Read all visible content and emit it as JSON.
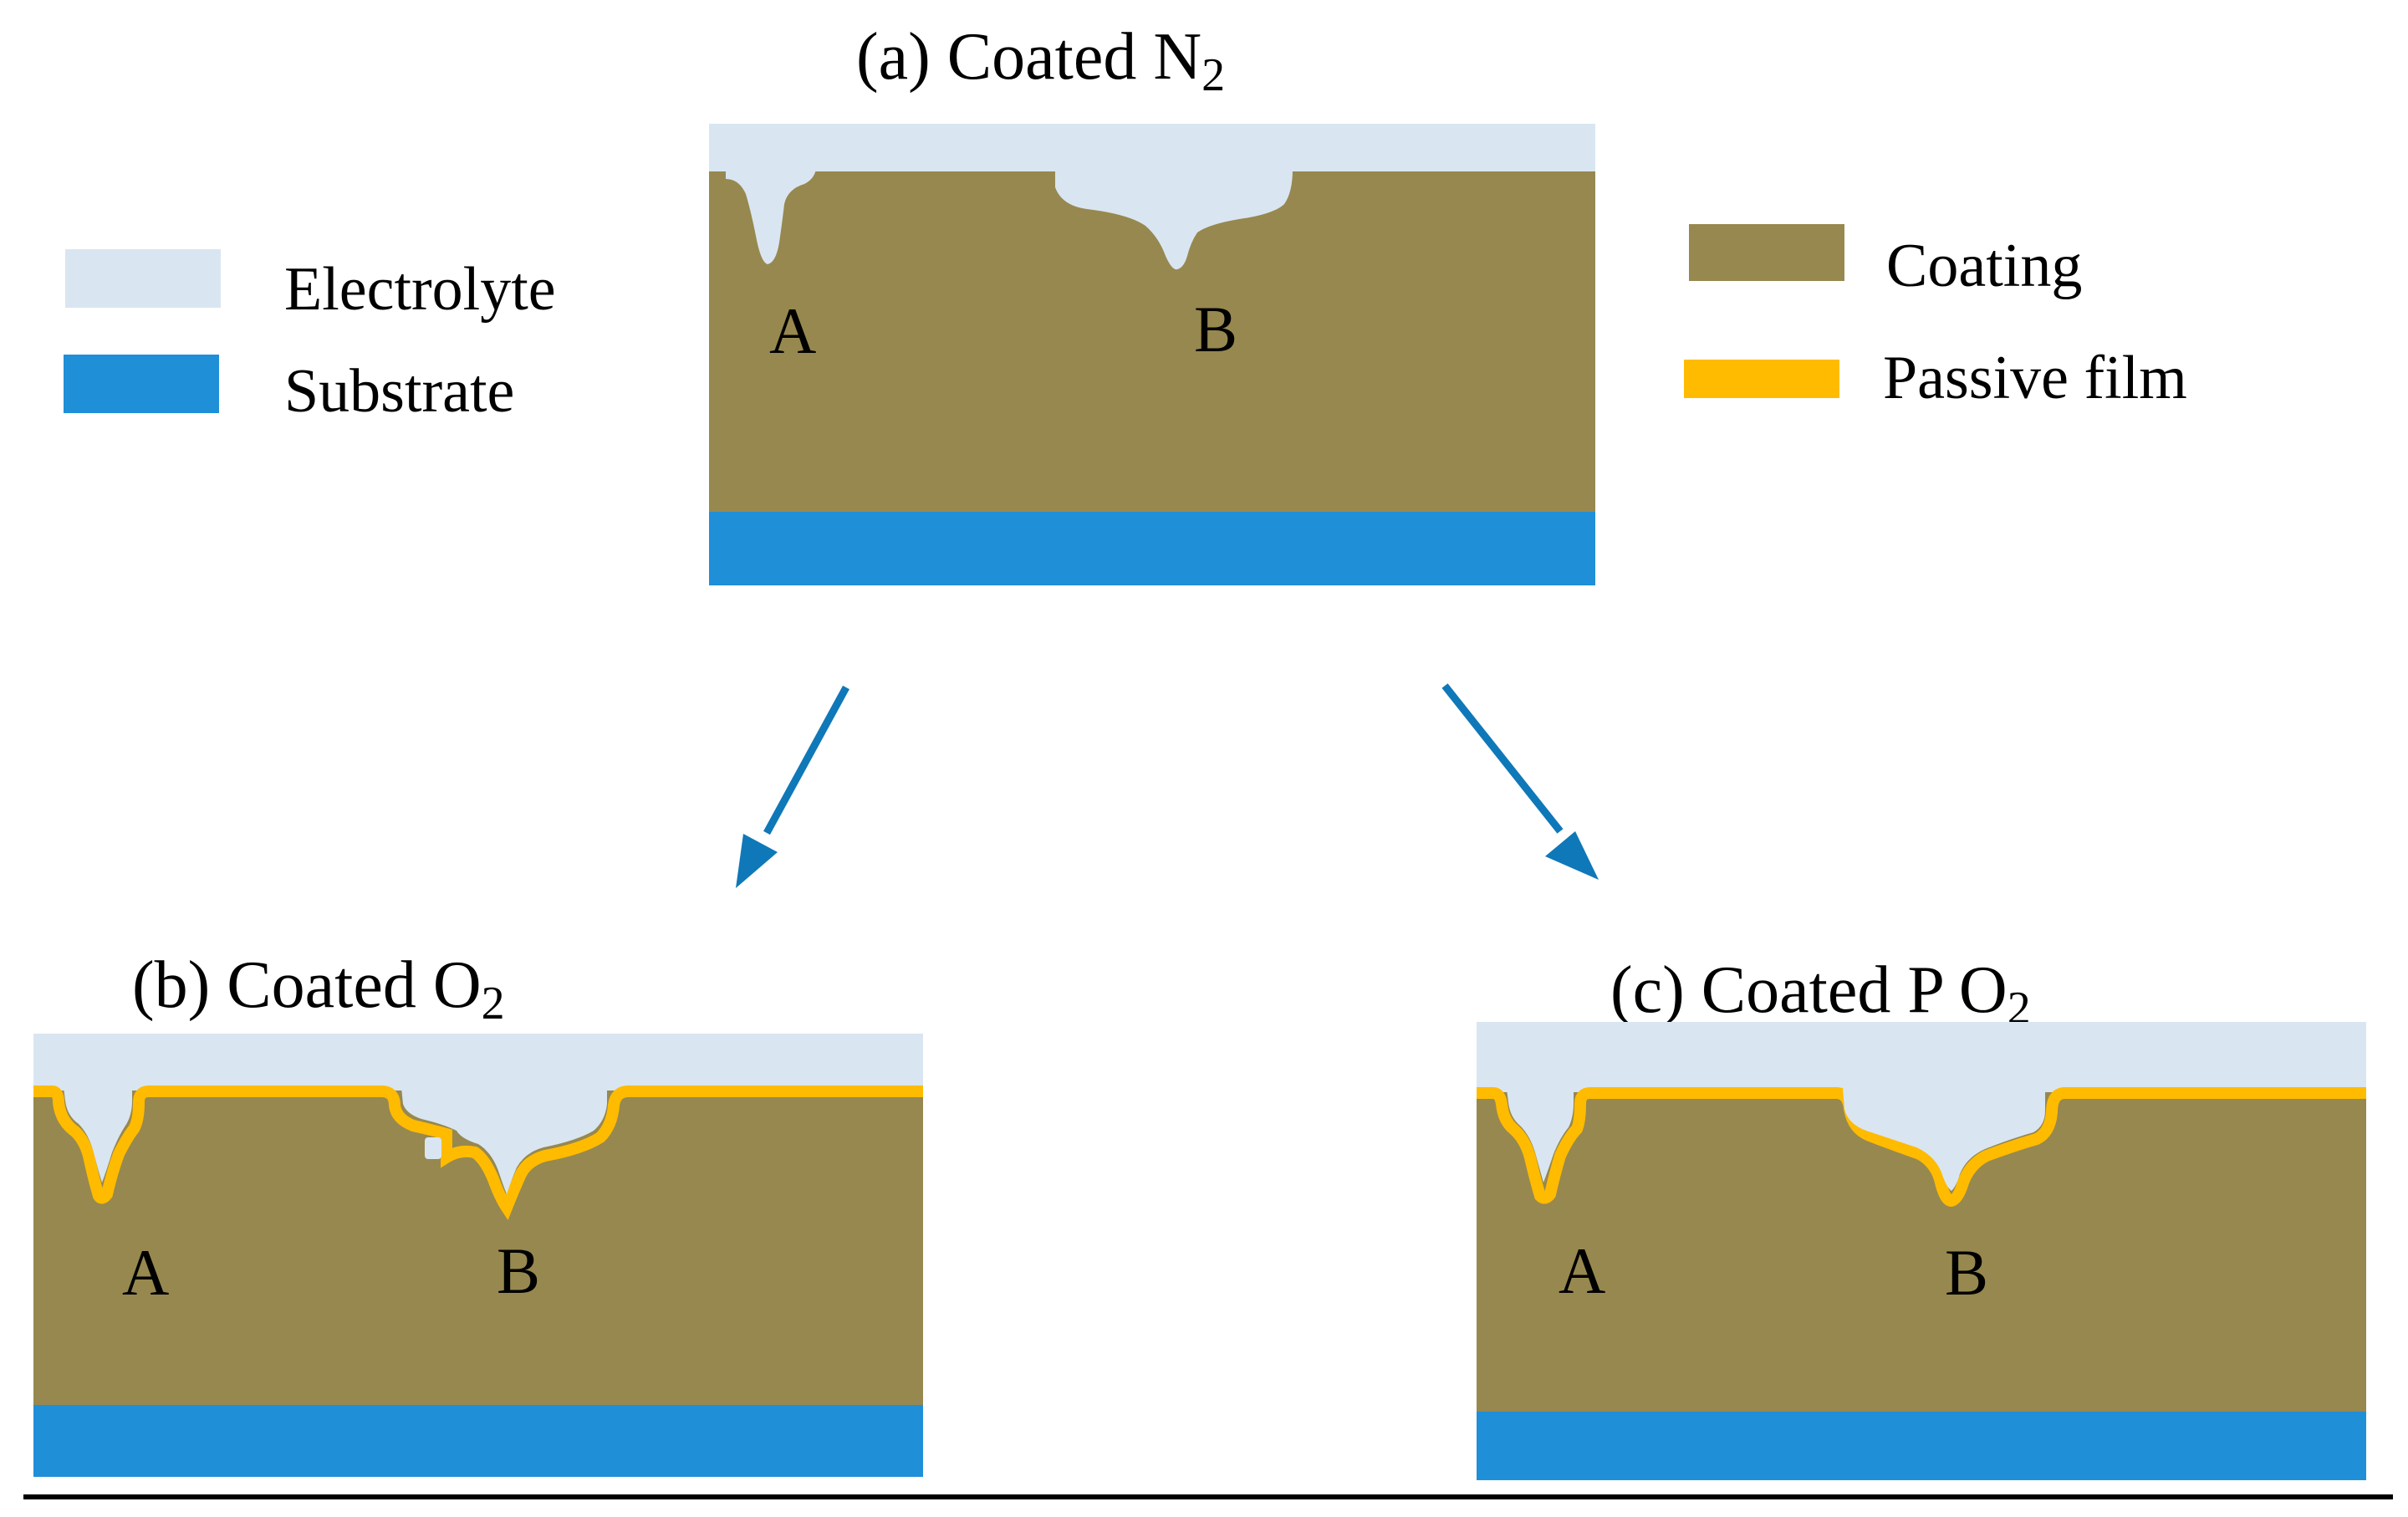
{
  "colors": {
    "electrolyte": "#d9e6f1",
    "coating": "#97884f",
    "substrate": "#1f8fd8",
    "passive_film": "#ffbb00",
    "arrow": "#0f78b8",
    "baseline": "#000000"
  },
  "legend": {
    "electrolyte": "Electrolyte",
    "substrate": "Substrate",
    "coating": "Coating",
    "passive_film": "Passive film"
  },
  "panels": {
    "a": {
      "title": "(a) Coated N",
      "subscript": "2",
      "label_a": "A",
      "label_b": "B"
    },
    "b": {
      "title": "(b) Coated O",
      "subscript": "2",
      "label_a": "A",
      "label_b": "B"
    },
    "c": {
      "title": "(c) Coated P O",
      "subscript": "2",
      "label_a": "A",
      "label_b": "B"
    }
  }
}
